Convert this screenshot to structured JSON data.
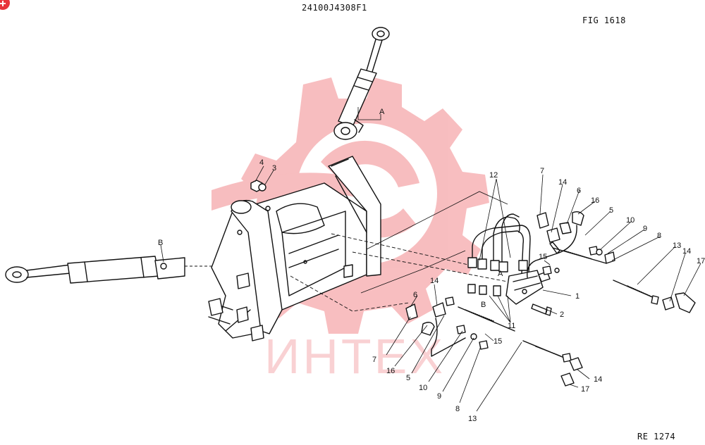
{
  "header": {
    "drawing_number": "24100J4308F1",
    "figure_label": "FIG 1618",
    "reference": "RE 1274"
  },
  "watermark": {
    "text": "ИНТЕХ",
    "color": "#e8343a"
  },
  "corner_badge": {
    "color": "#e8343a"
  },
  "callouts": {
    "c1": "1",
    "c2": "2",
    "c3": "3",
    "c4": "4",
    "c5a": "5",
    "c5b": "5",
    "c6a": "6",
    "c6b": "6",
    "c7a": "7",
    "c7b": "7",
    "c8a": "8",
    "c8b": "8",
    "c9a": "9",
    "c9b": "9",
    "c10a": "10",
    "c10b": "10",
    "c11": "11",
    "c12": "12",
    "c13a": "13",
    "c13b": "13",
    "c14a": "14",
    "c14b": "14",
    "c14c": "14",
    "c14d": "14",
    "c15a": "15",
    "c15b": "15",
    "c16a": "16",
    "c16b": "16",
    "c17a": "17",
    "c17b": "17",
    "viewA_top": "A",
    "viewA_valve": "A",
    "viewB_left": "B",
    "viewB_valve": "B"
  }
}
